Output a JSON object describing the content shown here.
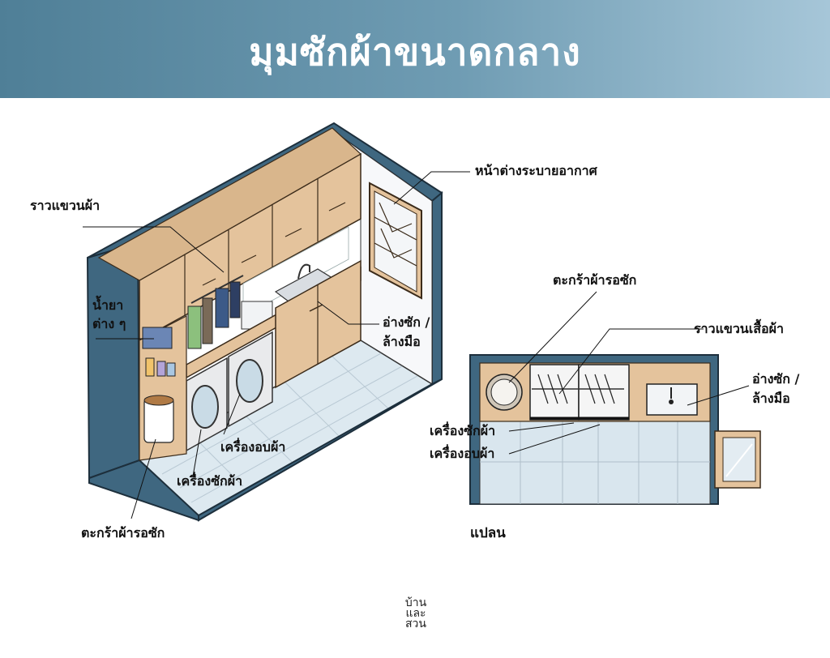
{
  "title": "มุมซักผ้าขนาดกลาง",
  "colors": {
    "header_start": "#4f7f97",
    "header_end": "#a6c6d8",
    "wall_blue": "#3f6780",
    "cabinet_tan": "#e4c39c",
    "floor_tile": "#d9e7ef"
  },
  "iso_labels": {
    "hanging_rail": "ราวแขวนผ้า",
    "detergents_line1": "น้ำยา",
    "detergents_line2": "ต่าง ๆ",
    "vent_window": "หน้าต่างระบายอากาศ",
    "sink_line1": "อ่างซัก /",
    "sink_line2": "ล้างมือ",
    "dryer": "เครื่องอบผ้า",
    "washer": "เครื่องซักผ้า",
    "basket": "ตะกร้าผ้ารอซัก"
  },
  "plan_labels": {
    "basket": "ตะกร้าผ้ารอซัก",
    "rail": "ราวแขวนเสื้อผ้า",
    "sink_line1": "อ่างซัก /",
    "sink_line2": "ล้างมือ",
    "washer": "เครื่องซักผ้า",
    "dryer": "เครื่องอบผ้า",
    "plan_caption": "แปลน"
  },
  "logo": {
    "line1": "บ้าน",
    "line2": "และ",
    "line3": "สวน"
  }
}
